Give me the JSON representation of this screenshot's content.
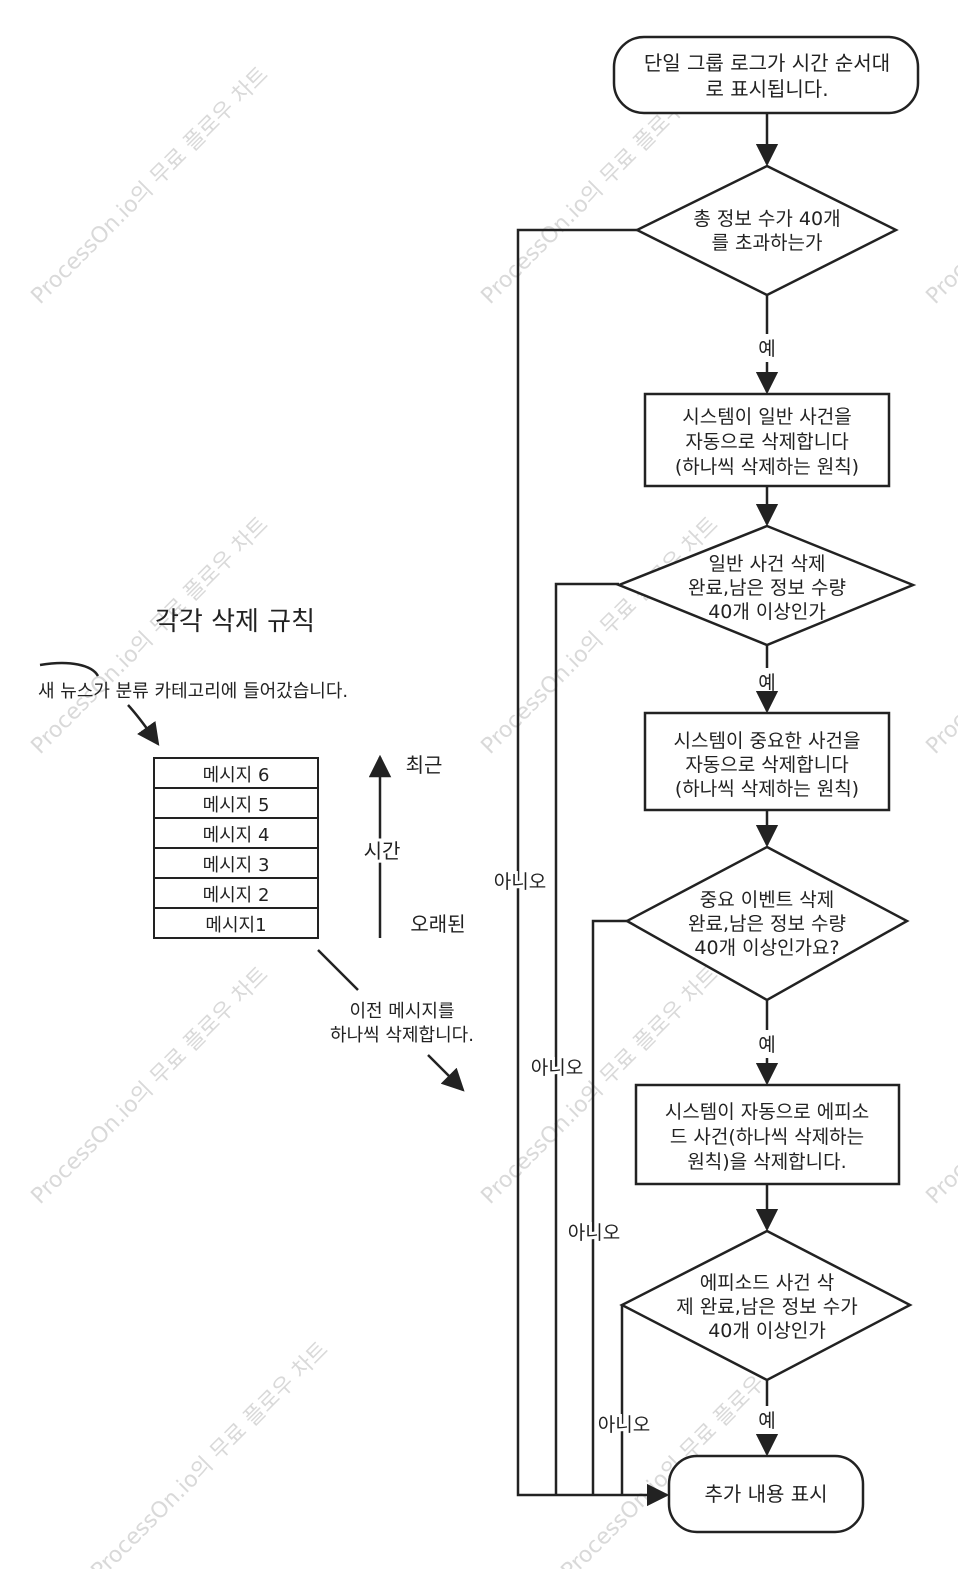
{
  "watermark": "ProcessOn.io의 무료 플로우 차트",
  "legend": {
    "title": "각각 삭제 규칙",
    "incoming": "새 뉴스가 분류 카테고리에 들어갔습니다.",
    "messages": [
      "메시지 6",
      "메시지 5",
      "메시지 4",
      "메시지 3",
      "메시지 2",
      "메시지1"
    ],
    "recent": "최근",
    "time": "시간",
    "old": "오래된",
    "delete_note_1": "이전 메시지를",
    "delete_note_2": "하나씩 삭제합니다."
  },
  "flow": {
    "start_1": "단일 그룹 로그가 시간 순서대",
    "start_2": "로 표시됩니다.",
    "d1_1": "총 정보 수가 40개",
    "d1_2": "를 초과하는가",
    "p1_1": "시스템이 일반 사건을",
    "p1_2": "자동으로 삭제합니다",
    "p1_3": "(하나씩 삭제하는 원칙)",
    "d2_1": "일반 사건 삭제",
    "d2_2": "완료,남은 정보 수량",
    "d2_3": "40개 이상인가",
    "p2_1": "시스템이 중요한 사건을",
    "p2_2": "자동으로 삭제합니다",
    "p2_3": "(하나씩 삭제하는 원칙)",
    "d3_1": "중요 이벤트 삭제",
    "d3_2": "완료,남은 정보 수량",
    "d3_3": "40개 이상인가요?",
    "p3_1": "시스템이 자동으로 에피소",
    "p3_2": "드 사건(하나씩 삭제하는",
    "p3_3": "원칙)을 삭제합니다.",
    "d4_1": "에피소드 사건 삭",
    "d4_2": "제 완료,남은 정보 수가",
    "d4_3": "40개 이상인가",
    "end": "추가 내용 표시",
    "yes": "예",
    "no": "아니오"
  }
}
